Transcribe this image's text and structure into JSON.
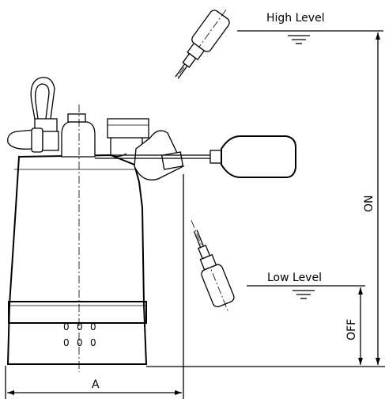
{
  "labels": {
    "high_level": "High Level",
    "low_level": "Low Level",
    "on": "ON",
    "off": "OFF",
    "width": "A"
  },
  "pump_vents": [
    "0",
    "0",
    "0",
    "0",
    "0",
    "0"
  ]
}
